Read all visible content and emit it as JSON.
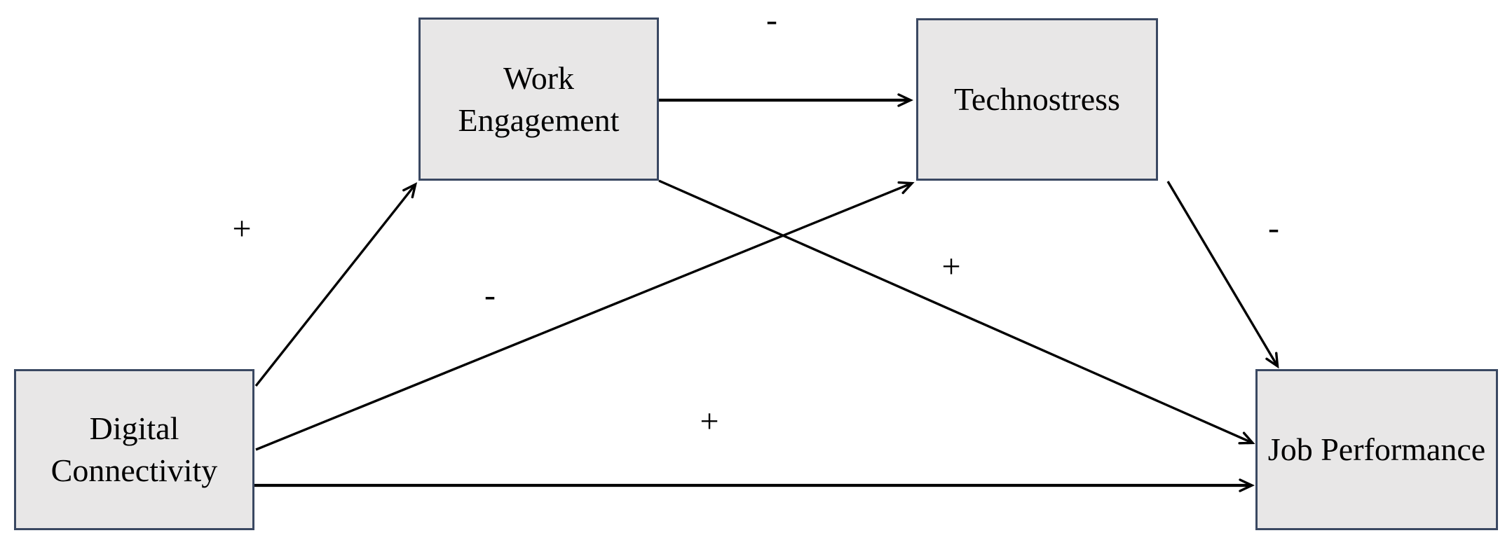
{
  "diagram": {
    "type": "path-model",
    "background": "#ffffff",
    "colors": {
      "node_fill": "#e8e7e7",
      "node_border": "#3a4862",
      "arrow": "#000000",
      "text": "#000000"
    },
    "nodes": [
      {
        "id": "digital-connectivity",
        "label": "Digital Connectivity"
      },
      {
        "id": "work-engagement",
        "label": "Work Engagement"
      },
      {
        "id": "technostress",
        "label": "Technostress"
      },
      {
        "id": "job-performance",
        "label": "Job Performance"
      }
    ],
    "edges": [
      {
        "from": "Digital Connectivity",
        "to": "Work Engagement",
        "sign": "+"
      },
      {
        "from": "Work Engagement",
        "to": "Technostress",
        "sign": "-"
      },
      {
        "from": "Digital Connectivity",
        "to": "Technostress",
        "sign": "-"
      },
      {
        "from": "Work Engagement",
        "to": "Job Performance",
        "sign": "+"
      },
      {
        "from": "Technostress",
        "to": "Job Performance",
        "sign": "-"
      },
      {
        "from": "Digital Connectivity",
        "to": "Job Performance",
        "sign": "+"
      }
    ]
  }
}
